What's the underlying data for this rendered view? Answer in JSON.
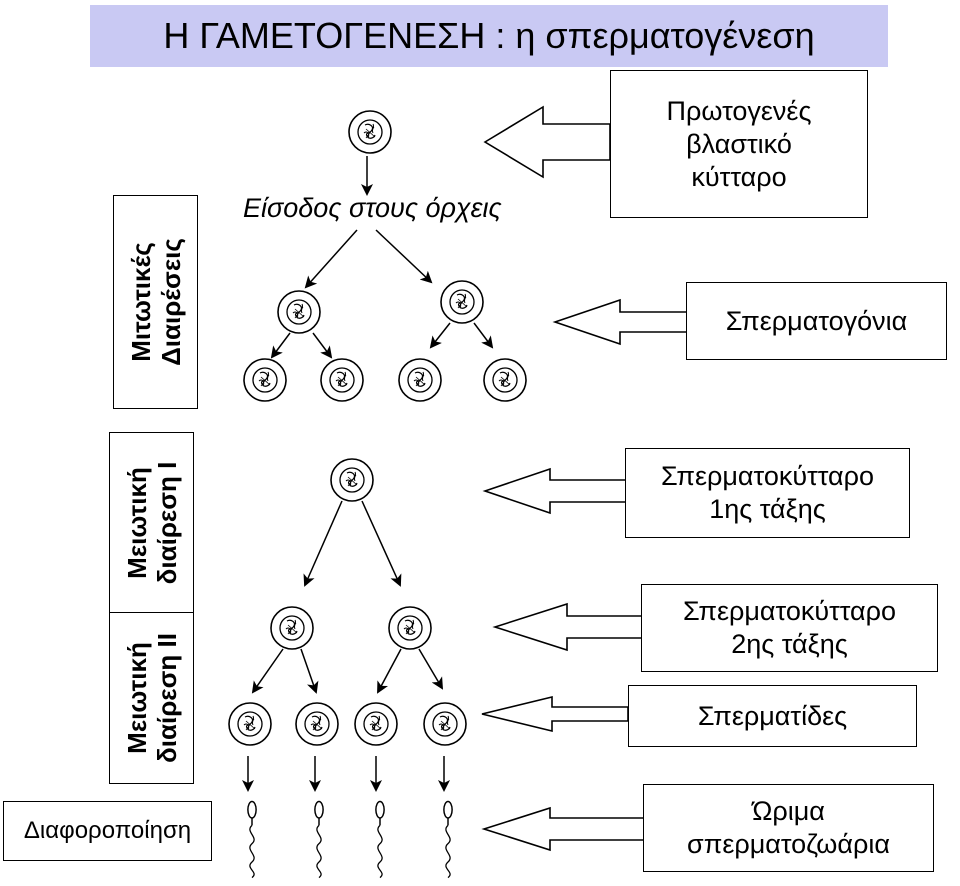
{
  "title": "Η ΓΑΜΕΤΟΓΕΝΕΣΗ : η σπερματογένεση",
  "entry_label": "Είσοδος στους όρχεις",
  "phases": {
    "mitotic": [
      "Μιτωτικές",
      "Διαιρέσεις"
    ],
    "meiotic_1": [
      "Μειωτική",
      "διαίρεση I"
    ],
    "meiotic_2": [
      "Μειωτική",
      "διαίρεση II"
    ],
    "differentiation": "Διαφοροποίηση"
  },
  "stages": {
    "primordial": [
      "Πρωτογενές",
      "βλαστικό",
      "κύτταρο"
    ],
    "spermatogonia": [
      "Σπερματογόνια"
    ],
    "spermatocyte_1": [
      "Σπερματοκύτταρο",
      "1ης τάξης"
    ],
    "spermatocyte_2": [
      "Σπερματοκύτταρο",
      "2ης τάξης"
    ],
    "spermatids": [
      "Σπερματίδες"
    ],
    "spermatozoa": [
      "Ώριμα",
      "σπερματοζωάρια"
    ]
  },
  "icons": {
    "cell": "cell-nucleus-icon",
    "sperm": "sperm-icon",
    "arrow": "block-arrow-icon"
  },
  "colors": {
    "title_bg": "#c9c9f3",
    "line": "#000000",
    "background": "#ffffff"
  }
}
